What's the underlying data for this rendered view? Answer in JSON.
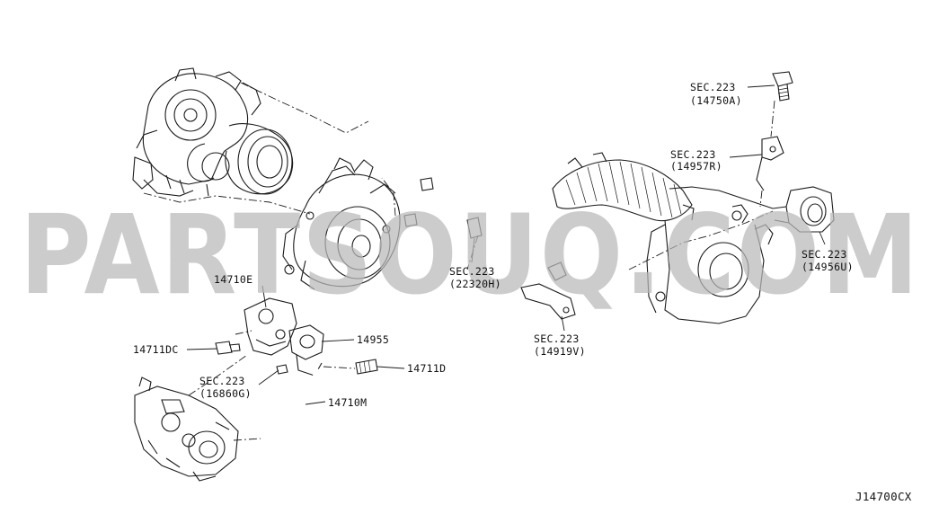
{
  "diagram_code": "J14700CX",
  "watermark": "PARTSOUQ.COM",
  "callouts": {
    "sec223_14750a": {
      "line1": "SEC.223",
      "line2": "(14750A)"
    },
    "sec223_14957r": {
      "line1": "SEC.223",
      "line2": "(14957R)"
    },
    "sec223_14956u": {
      "line1": "SEC.223",
      "line2": "(14956U)"
    },
    "sec223_22320h": {
      "line1": "SEC.223",
      "line2": "(22320H)"
    },
    "sec223_14919v": {
      "line1": "SEC.223",
      "line2": "(14919V)"
    },
    "sec223_16860g": {
      "line1": "SEC.223",
      "line2": "(16860G)"
    },
    "p14710e": "14710E",
    "p14711dc": "14711DC",
    "p14955": "14955",
    "p14711d": "14711D",
    "p14710m": "14710M"
  }
}
